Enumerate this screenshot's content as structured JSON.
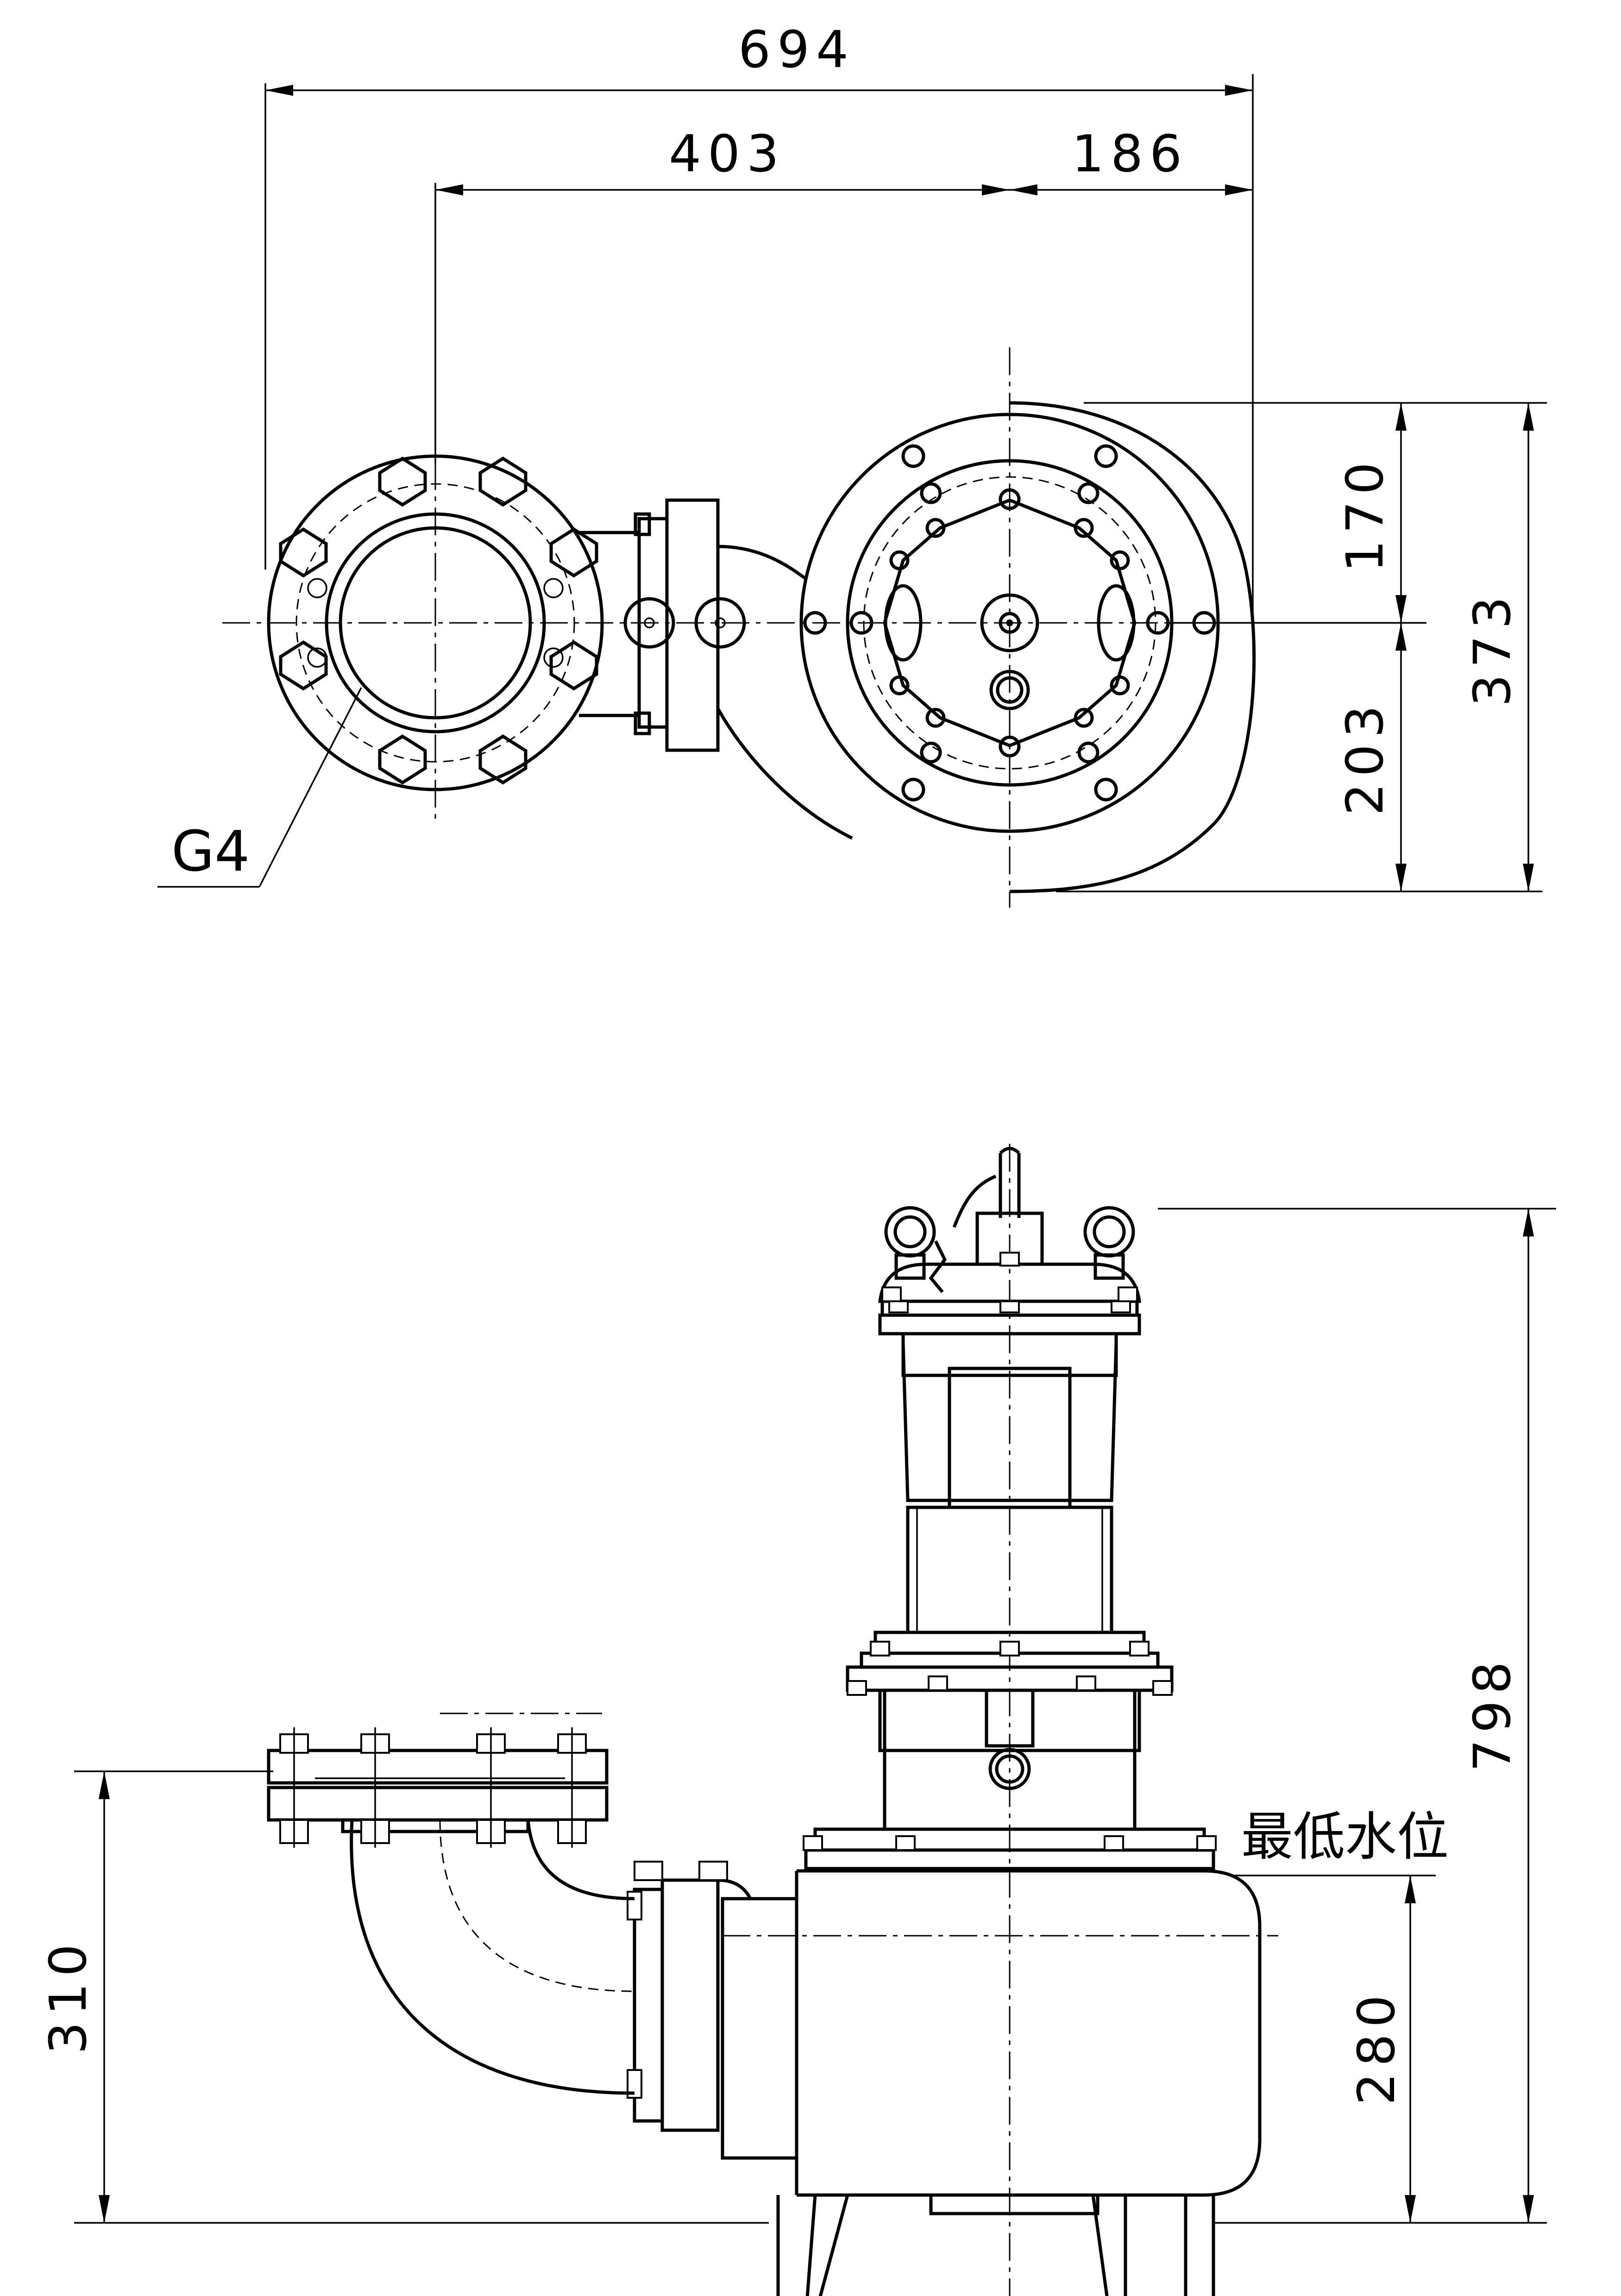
{
  "plan_view": {
    "dim_overall_width": "694",
    "dim_discharge_to_center": "403",
    "dim_center_to_edge": "186",
    "dim_center_to_rear": "170",
    "dim_center_to_front": "203",
    "dim_total_depth": "373",
    "discharge_size_label": "G4"
  },
  "elevation_view": {
    "dim_total_height": "798",
    "dim_discharge_height": "310",
    "dim_min_water_level_height": "280",
    "min_water_level_label": "最低水位"
  }
}
